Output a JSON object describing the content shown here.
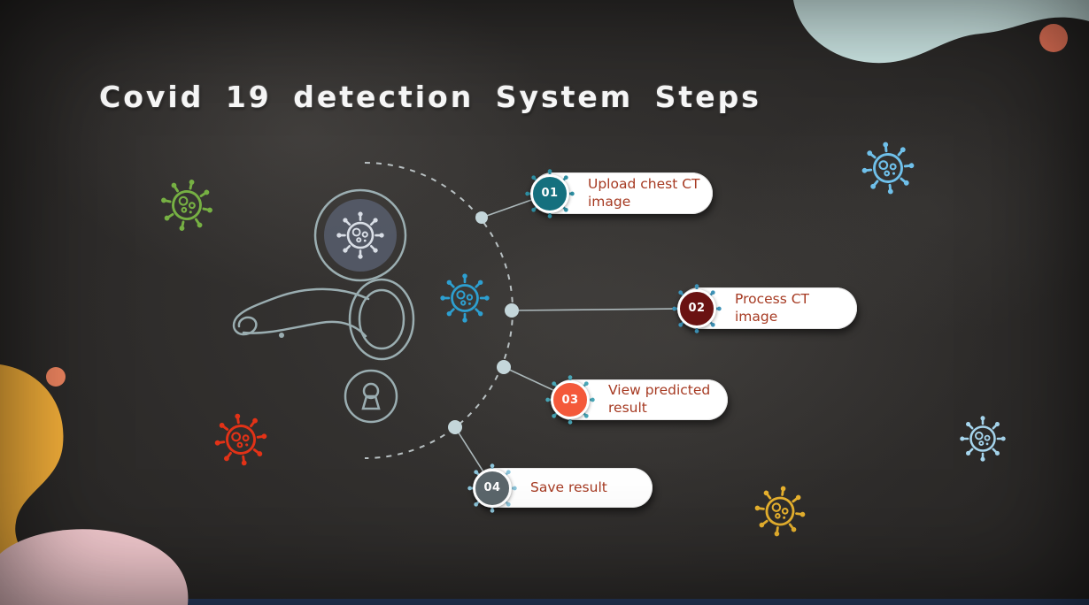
{
  "slide": {
    "title": "Covid 19 detection System Steps",
    "title_color": "#fbfbfb",
    "background_color": "#2e2c2a"
  },
  "steps": [
    {
      "number": "01",
      "label": "Upload chest CT image",
      "badge_color": "#15707e",
      "spike_color": "#2e8fa3"
    },
    {
      "number": "02",
      "label": "Process CT image",
      "badge_color": "#6a1212",
      "spike_color": "#3e93b8"
    },
    {
      "number": "03",
      "label": "View predicted result",
      "badge_color": "#f4593a",
      "spike_color": "#49a7b8"
    },
    {
      "number": "04",
      "label": "Save result",
      "badge_color": "#5b666b",
      "spike_color": "#8ec7dd"
    }
  ],
  "step_label_color": "#a63a22",
  "decorations": {
    "center_illustration": "door-handle-with-magnifier-virus-and-keyhole",
    "dashed_arc": {
      "color": "#cfd8da",
      "style": "dashed semicircle"
    },
    "virus_icons": [
      {
        "name": "virus-green-top-left",
        "color": "#76b043"
      },
      {
        "name": "virus-blue-center",
        "color": "#2d9fd0"
      },
      {
        "name": "virus-blue-top-right",
        "color": "#6fc0ea"
      },
      {
        "name": "virus-lightblue-right",
        "color": "#a8d8f0"
      },
      {
        "name": "virus-yellow-bottom",
        "color": "#e8b22e"
      },
      {
        "name": "virus-red-left",
        "color": "#e23217"
      }
    ],
    "blobs": {
      "top_right_teal": "#cfe9e7",
      "bottom_left_yellow": "#f5b03a",
      "bottom_left_pink": "#f7cdd2",
      "orange_dots": "#ef8560",
      "bottom_navy_bar": "#2a3e63"
    }
  }
}
